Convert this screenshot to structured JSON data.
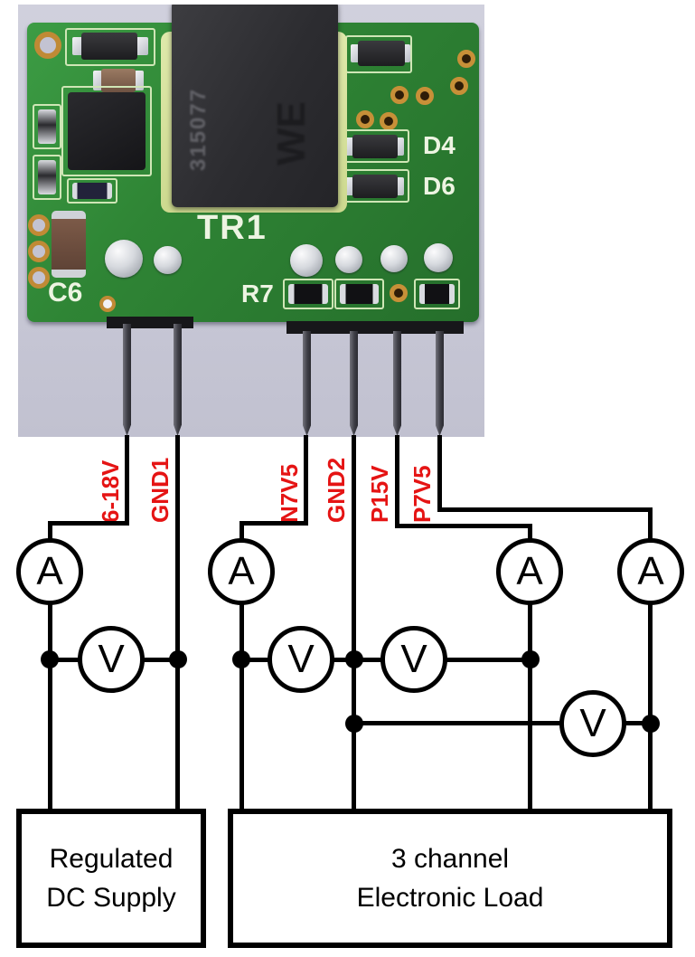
{
  "pcb": {
    "ref_labels": {
      "transformer": "TR1",
      "resistor_row": "R7",
      "capacitor": "C6",
      "diode_top": "D4",
      "diode_bottom": "D6"
    },
    "transformer_marking_code": "315077",
    "transformer_marking_logo": "WE"
  },
  "pins": [
    {
      "name": "6-18V"
    },
    {
      "name": "GND1"
    },
    {
      "name": "N7V5"
    },
    {
      "name": "GND2"
    },
    {
      "name": "P15V"
    },
    {
      "name": "P7V5"
    }
  ],
  "meter": {
    "ammeter": "A",
    "voltmeter": "V"
  },
  "devices": {
    "supply_line1": "Regulated",
    "supply_line2": "DC Supply",
    "load_line1": "3 channel",
    "load_line2": "Electronic Load"
  },
  "colors": {
    "pin_label_red": "#e51414",
    "wire_black": "#000000",
    "board_green": "#2f8535",
    "silkscreen": "#edf4e2",
    "photo_background": "#c9c9d7"
  }
}
